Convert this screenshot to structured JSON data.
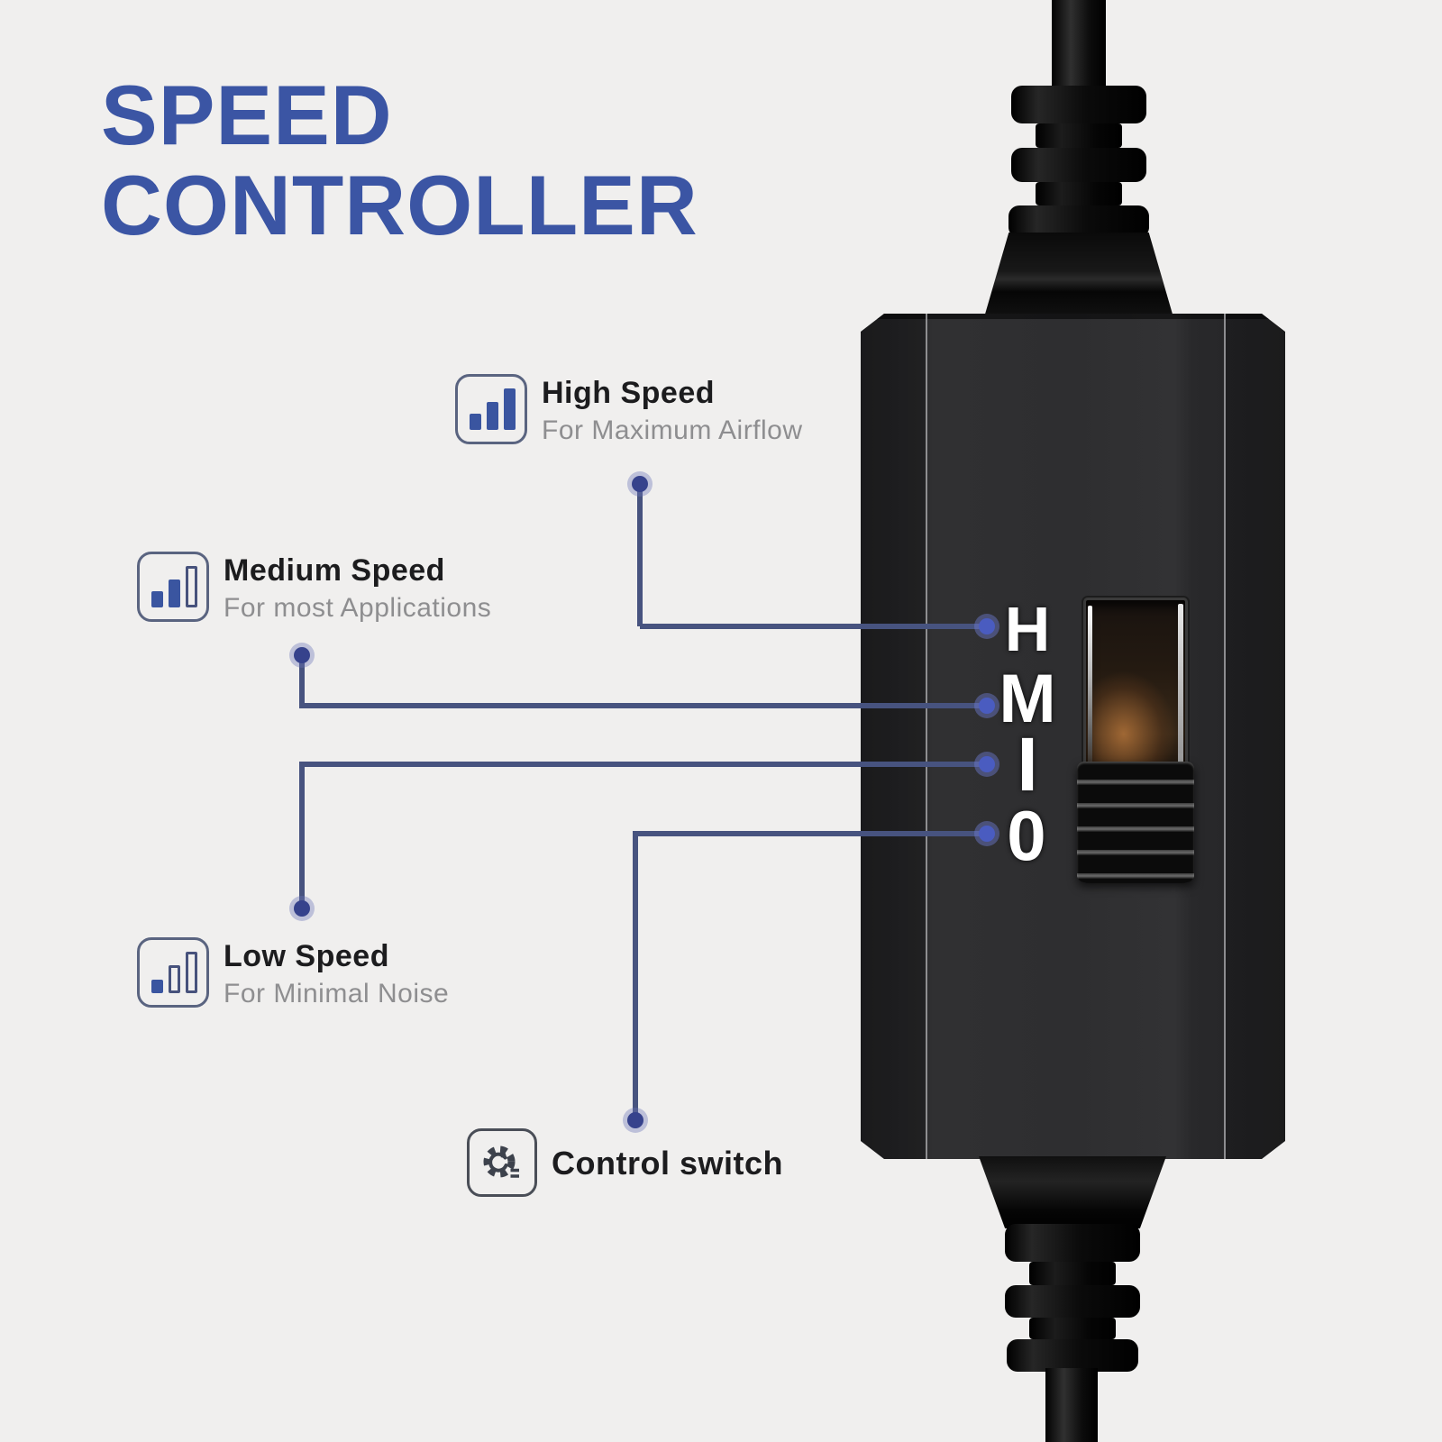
{
  "title": {
    "line1": "SPEED",
    "line2": "CONTROLLER",
    "color": "#3b55a4"
  },
  "annotations": [
    {
      "id": "high",
      "title": "High Speed",
      "subtitle": "For Maximum Airflow",
      "icon": "speed-bars-high-icon"
    },
    {
      "id": "medium",
      "title": "Medium Speed",
      "subtitle": "For most Applications",
      "icon": "speed-bars-medium-icon"
    },
    {
      "id": "low",
      "title": "Low Speed",
      "subtitle": "For Minimal Noise",
      "icon": "speed-bars-low-icon"
    },
    {
      "id": "control",
      "title": "Control switch",
      "subtitle": "",
      "icon": "gear-icon"
    }
  ],
  "device": {
    "kind": "inline fan speed controller on cable",
    "switch_markings": [
      "H",
      "M",
      "I",
      "0"
    ],
    "slider_position": "bottom (0)"
  },
  "colors": {
    "background": "#f0efee",
    "title_blue": "#3b55a4",
    "accent_blue": "#3a55a0",
    "leader_line": "#47537f",
    "leader_dot": "#36428c",
    "label_text": "#1c1c1e",
    "subtitle_gray": "#8e8e90",
    "device_body": "#2e2e30",
    "switch_glow_amber": "#aa6e37"
  }
}
